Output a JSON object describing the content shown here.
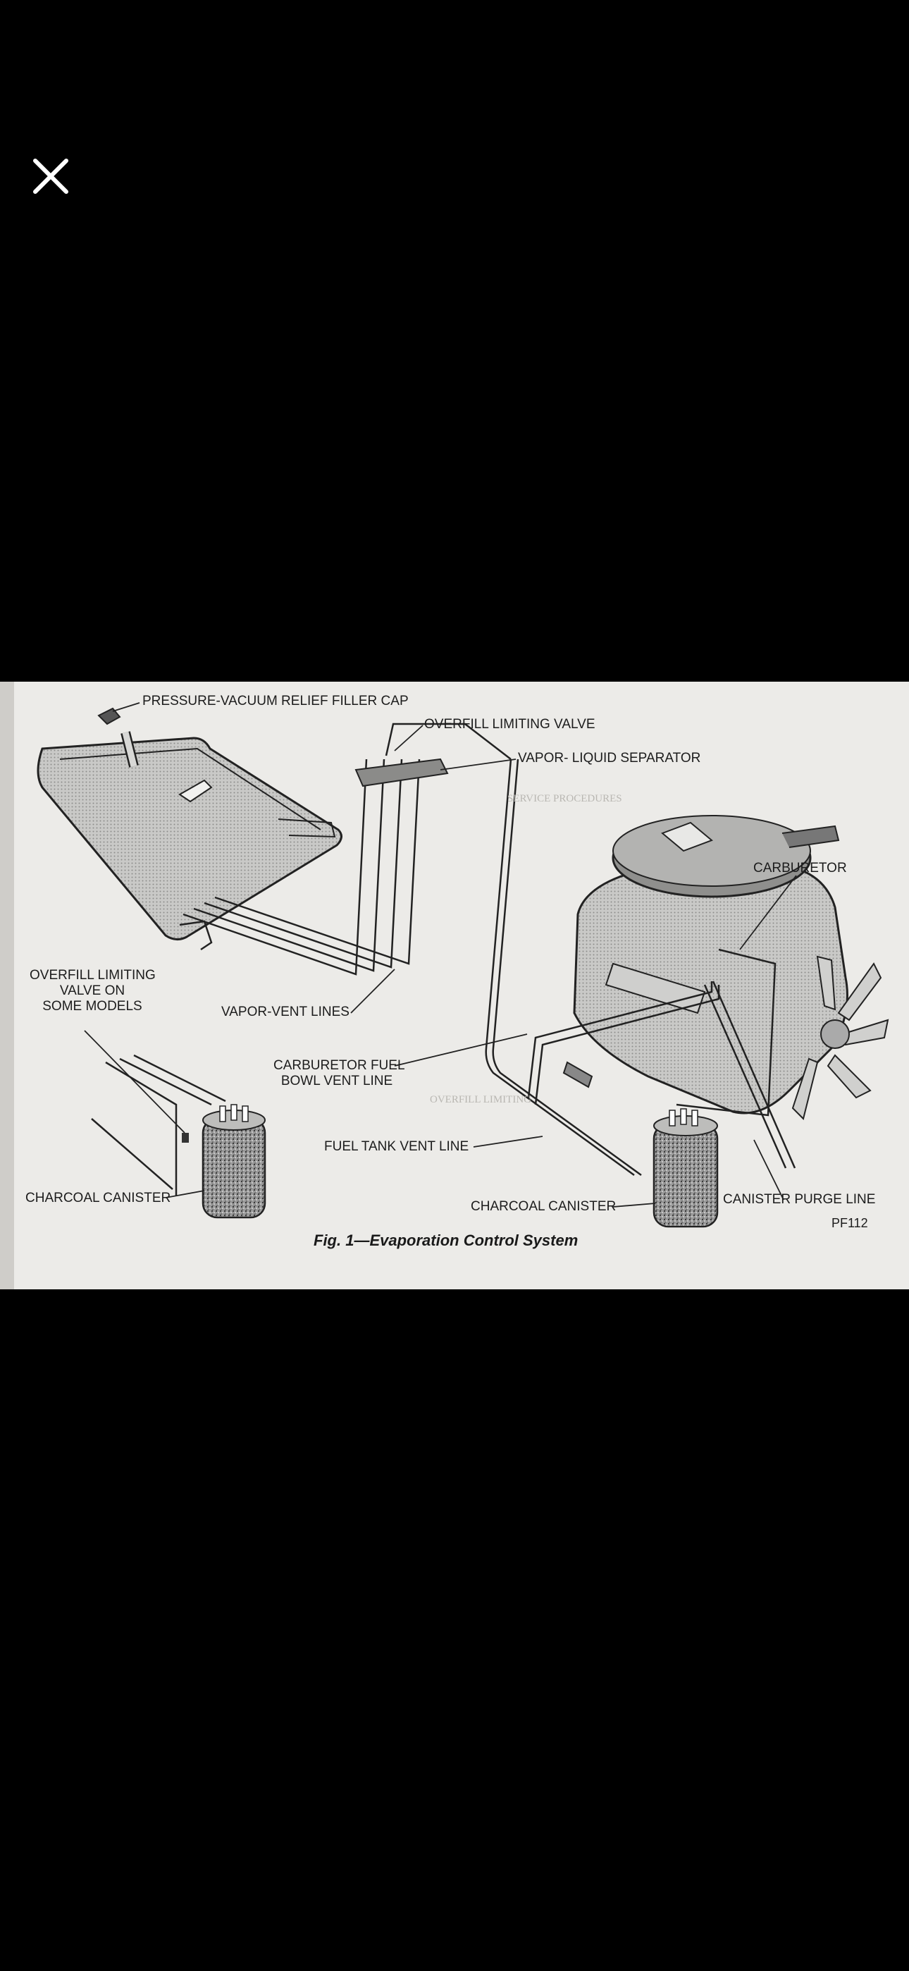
{
  "viewer": {
    "close_label": "Close",
    "close_icon": "close-icon"
  },
  "figure": {
    "caption": "Fig. 1—Evaporation Control System",
    "code": "PF112",
    "labels": {
      "pressure_vacuum_cap": "PRESSURE-VACUUM RELIEF FILLER CAP",
      "overfill_valve": "OVERFILL LIMITING VALVE",
      "vapor_liquid_separator": "VAPOR- LIQUID SEPARATOR",
      "carburetor": "CARBURETOR",
      "overfill_valve_some_line1": "OVERFILL LIMITING",
      "overfill_valve_some_line2": "VALVE ON",
      "overfill_valve_some_line3": "SOME MODELS",
      "vapor_vent_lines": "VAPOR-VENT LINES",
      "carb_fuel_line1": "CARBURETOR FUEL",
      "carb_fuel_line2": "BOWL VENT LINE",
      "fuel_tank_vent_line": "FUEL TANK VENT LINE",
      "charcoal_canister_left": "CHARCOAL CANISTER",
      "charcoal_canister_right": "CHARCOAL CANISTER",
      "canister_purge_line": "CANISTER PURGE LINE"
    },
    "bleed_text": {
      "heading_top": "SERVICE PROCEDURES",
      "heading_mid": "OVERFILL LIMITING"
    }
  },
  "colors": {
    "background": "#000000",
    "paper": "#ecebe8",
    "ink": "#1c1c1c"
  }
}
